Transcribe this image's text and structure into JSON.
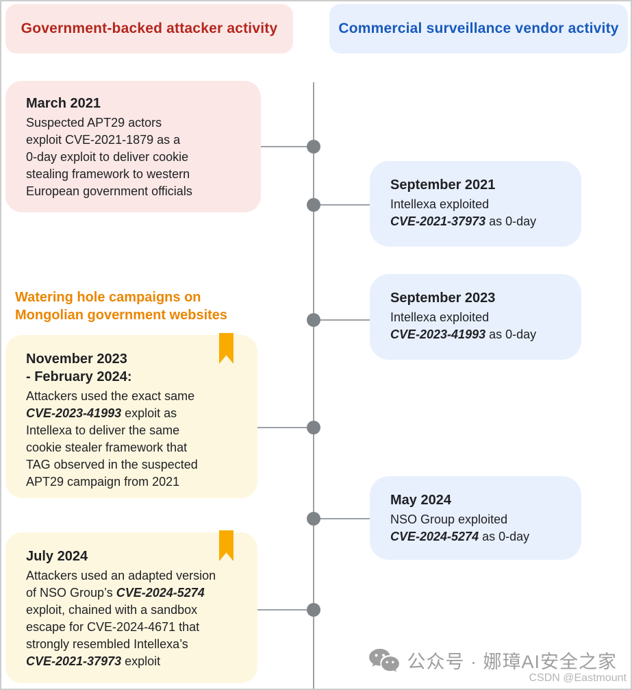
{
  "headers": {
    "left": "Government-backed attacker activity",
    "right": "Commercial surveillance vendor activity"
  },
  "section_heading": "Watering hole campaigns on\nMongolian government websites",
  "events": {
    "march2021": {
      "title": "March 2021",
      "body": [
        {
          "t": "Suspected APT29 actors\nexploit CVE-2021-1879 as a\n0-day exploit to deliver cookie\nstealing framework to western\nEuropean government officials"
        }
      ]
    },
    "sep2021": {
      "title": "September 2021",
      "body": [
        {
          "t": "Intellexa exploited\n"
        },
        {
          "t": "CVE-2021-37973",
          "em": true
        },
        {
          "t": " as 0-day"
        }
      ]
    },
    "sep2023": {
      "title": "September 2023",
      "body": [
        {
          "t": "Intellexa exploited\n"
        },
        {
          "t": "CVE-2023-41993",
          "em": true
        },
        {
          "t": " as 0-day"
        }
      ]
    },
    "nov2023": {
      "title": "November 2023\n- February 2024:",
      "body": [
        {
          "t": "Attackers used the exact same\n"
        },
        {
          "t": "CVE-2023-41993",
          "em": true
        },
        {
          "t": " exploit as\nIntellexa to deliver the same\ncookie stealer framework that\nTAG observed in the suspected\nAPT29 campaign from 2021"
        }
      ]
    },
    "may2024": {
      "title": "May 2024",
      "body": [
        {
          "t": "NSO Group exploited\n"
        },
        {
          "t": "CVE-2024-5274",
          "em": true
        },
        {
          "t": " as 0-day"
        }
      ]
    },
    "jul2024": {
      "title": "July 2024",
      "body": [
        {
          "t": "Attackers used an adapted version\nof NSO Group’s "
        },
        {
          "t": "CVE-2024-5274",
          "em": true
        },
        {
          "t": "\nexploit, chained with a sandbox\nescape for CVE-2024-4671 that\nstrongly resembled Intellexa’s\n"
        },
        {
          "t": "CVE-2021-37973",
          "em": true
        },
        {
          "t": " exploit"
        }
      ]
    }
  },
  "watermark": {
    "main": "公众号 · 娜璋AI安全之家",
    "sub": "CSDN @Eastmount",
    "icon": "wechat-icon"
  },
  "colors": {
    "red_text": "#B3261E",
    "red_bg": "#FBE8E6",
    "blue_text": "#185ABC",
    "blue_bg": "#E8F0FE",
    "yellow_bg": "#FEF7E0",
    "bookmark_orange": "#F9AB00",
    "orange_heading": "#EA8600",
    "timeline_line": "#9AA0A6",
    "timeline_dot": "#7E8387",
    "body_text": "#202124"
  }
}
